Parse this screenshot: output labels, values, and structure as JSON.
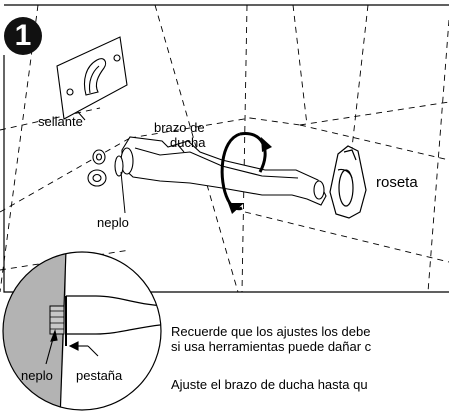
{
  "step_number": "1",
  "labels": {
    "sellante": "sellante",
    "brazo_line1": "brazo de",
    "brazo_line2": "ducha",
    "roseta": "roseta",
    "neplo_top": "neplo",
    "neplo_detail": "neplo",
    "pestana": "pestaña"
  },
  "instructions": [
    "Recuerde que los ajustes los debe",
    "si usa herramientas puede dañar c",
    "Ajuste el brazo de ducha hasta qu"
  ],
  "icons": [
    "rotation-arrow-icon",
    "arrow-icon"
  ]
}
